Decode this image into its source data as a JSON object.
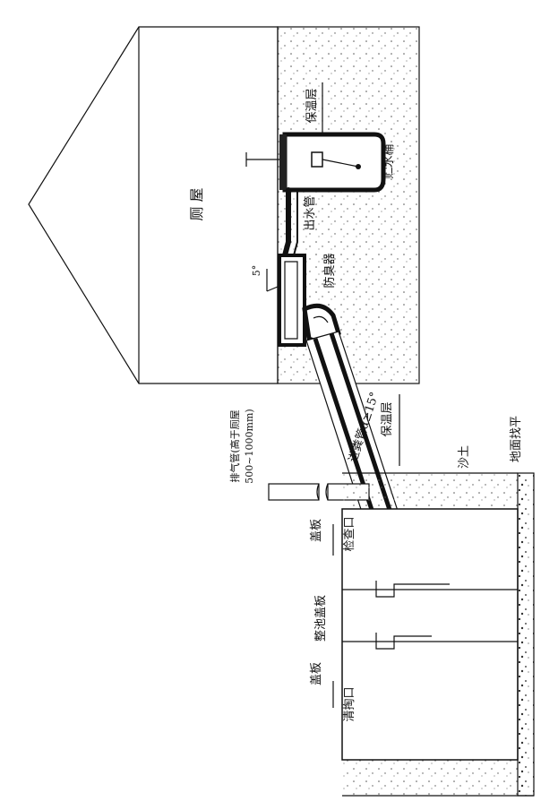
{
  "labels": {
    "toilet_house": "厕 屋",
    "insulation_upper": "保温层",
    "water_tank": "贮水桶",
    "outlet_pipe": "出水管",
    "odor_trap": "防臭器",
    "angle_5": "5°",
    "inlet_pipe": "进粪管α≥15°",
    "insulation_lower": "保温层",
    "vent_pipe": "排气管(高于厕屋",
    "vent_height": "500~1000mm)",
    "sand_soil": "沙土",
    "ground_level": "地面找平",
    "cover_plate_1": "盖板",
    "inspection_port": "检查口",
    "tank_cover": "整池盖板",
    "cover_plate_2": "盖板",
    "cleanout_port": "清掏口"
  }
}
